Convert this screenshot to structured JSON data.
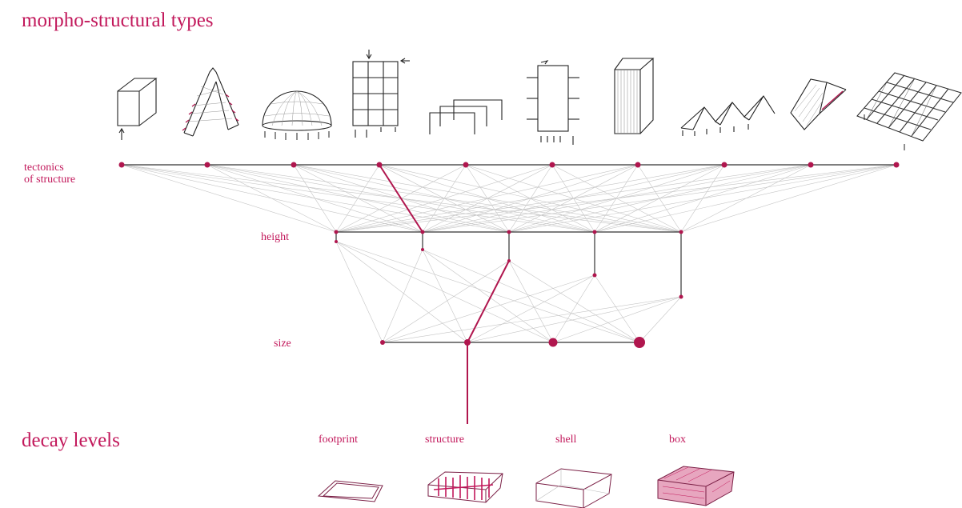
{
  "title": "morpho-structural types",
  "bottom_title": "decay levels",
  "rows": {
    "tectonics": "tectonics\nof structure",
    "height": "height",
    "size": "size"
  },
  "decay_levels": [
    "footprint",
    "structure",
    "shell",
    "box"
  ],
  "icons": [
    "wall-block-icon",
    "folded-plate-icon",
    "dome-icon",
    "frame-grid-icon",
    "portal-frames-icon",
    "core-frame-icon",
    "ribbed-tower-icon",
    "sawtooth-roof-icon",
    "inclined-plate-icon",
    "space-frame-icon"
  ],
  "colors": {
    "accent": "#b0164e",
    "line": "#333333",
    "faint": "#bdbdbd",
    "box_fill": "#e7a6bf"
  }
}
